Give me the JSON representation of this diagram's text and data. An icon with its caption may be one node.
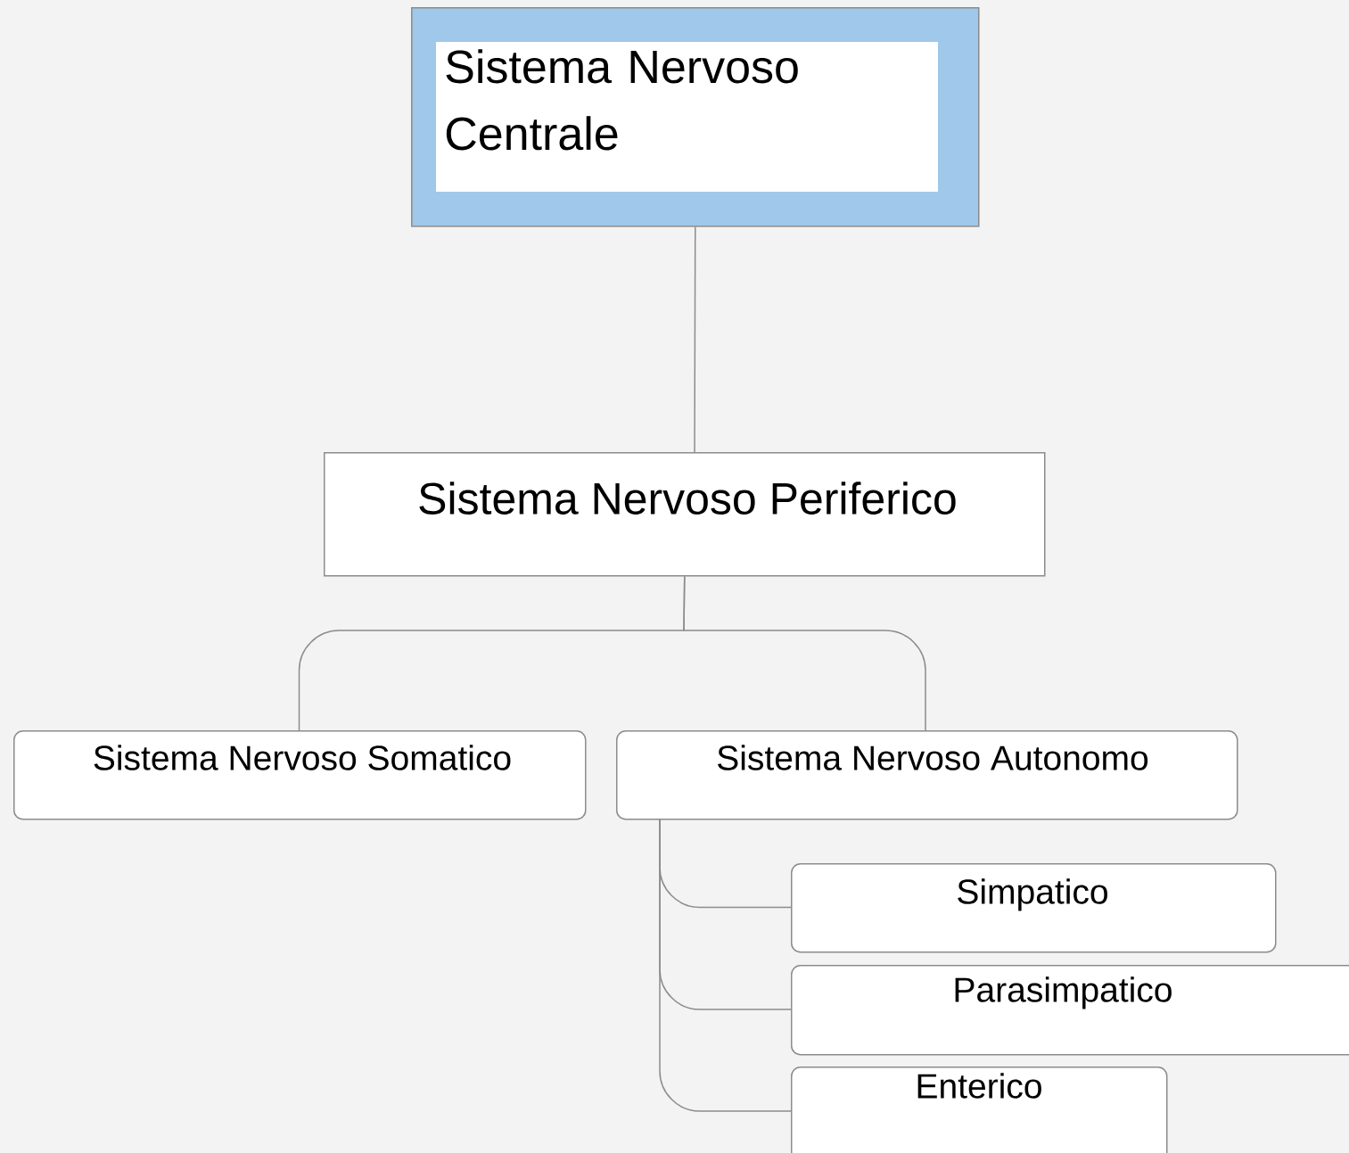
{
  "diagram": {
    "nodes": [
      {
        "text": [
          "Sistema Nervoso Centrale"
        ]
      },
      {
        "text": [
          "Sistema Nervoso Periferico"
        ]
      },
      {
        "text": [
          "Sistema Nervoso Somatico"
        ]
      },
      {
        "text": [
          "Sistema Nervoso Autonomo"
        ]
      },
      {
        "text": [
          "Simpatico"
        ]
      },
      {
        "text": [
          "Parasimpatico"
        ]
      },
      {
        "text": [
          "Enterico"
        ]
      }
    ],
    "edges": [
      {
        "from": 0,
        "to": 1,
        "arrow": "none"
      },
      {
        "from": 1,
        "to": 2,
        "arrow": "none"
      },
      {
        "from": 1,
        "to": 3,
        "arrow": "none"
      },
      {
        "from": 3,
        "to": 4,
        "arrow": "none"
      },
      {
        "from": 3,
        "to": 5,
        "arrow": "none"
      },
      {
        "from": 3,
        "to": 6,
        "arrow": "none"
      }
    ]
  }
}
